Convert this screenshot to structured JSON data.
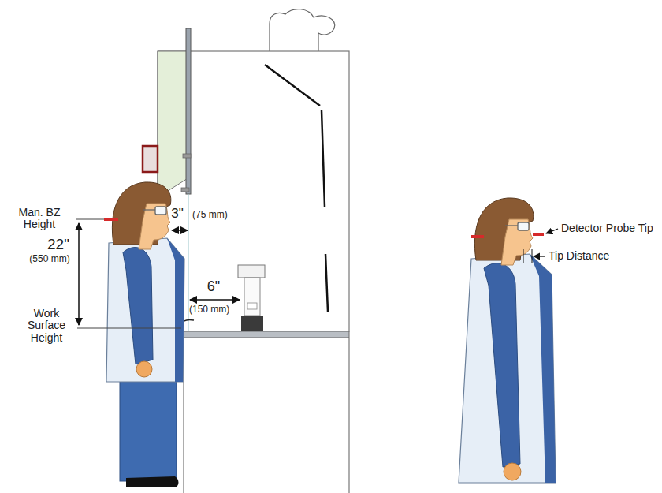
{
  "diagram": {
    "labels": [
      "Man. BZ Height",
      "22\"",
      "(550 mm)",
      "3\"",
      "(75 mm)",
      "6\"",
      "(150 mm)",
      "Work Surface Height",
      "Detector Probe Tip",
      "Tip Distance"
    ]
  }
}
